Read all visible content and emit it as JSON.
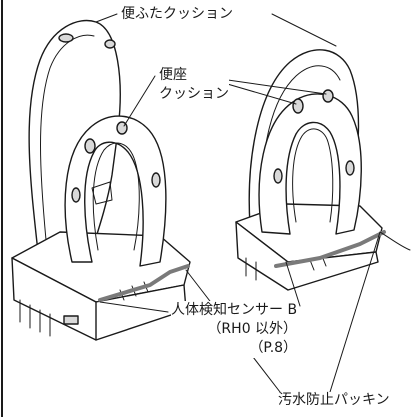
{
  "callouts": {
    "lid_cushion": "便ふたクッション",
    "seat_cushion": [
      "便座",
      "クッション"
    ],
    "body_sensor": [
      "人体検知センサー B",
      "（RH0 以外）",
      "（P.8）"
    ],
    "drain_packing": "汚水防止パッキン"
  },
  "colors": {
    "line": "#1a1a1a",
    "fill": "#ffffff",
    "shade": "#d9d9d9",
    "gasket": "#7a7a7a"
  }
}
